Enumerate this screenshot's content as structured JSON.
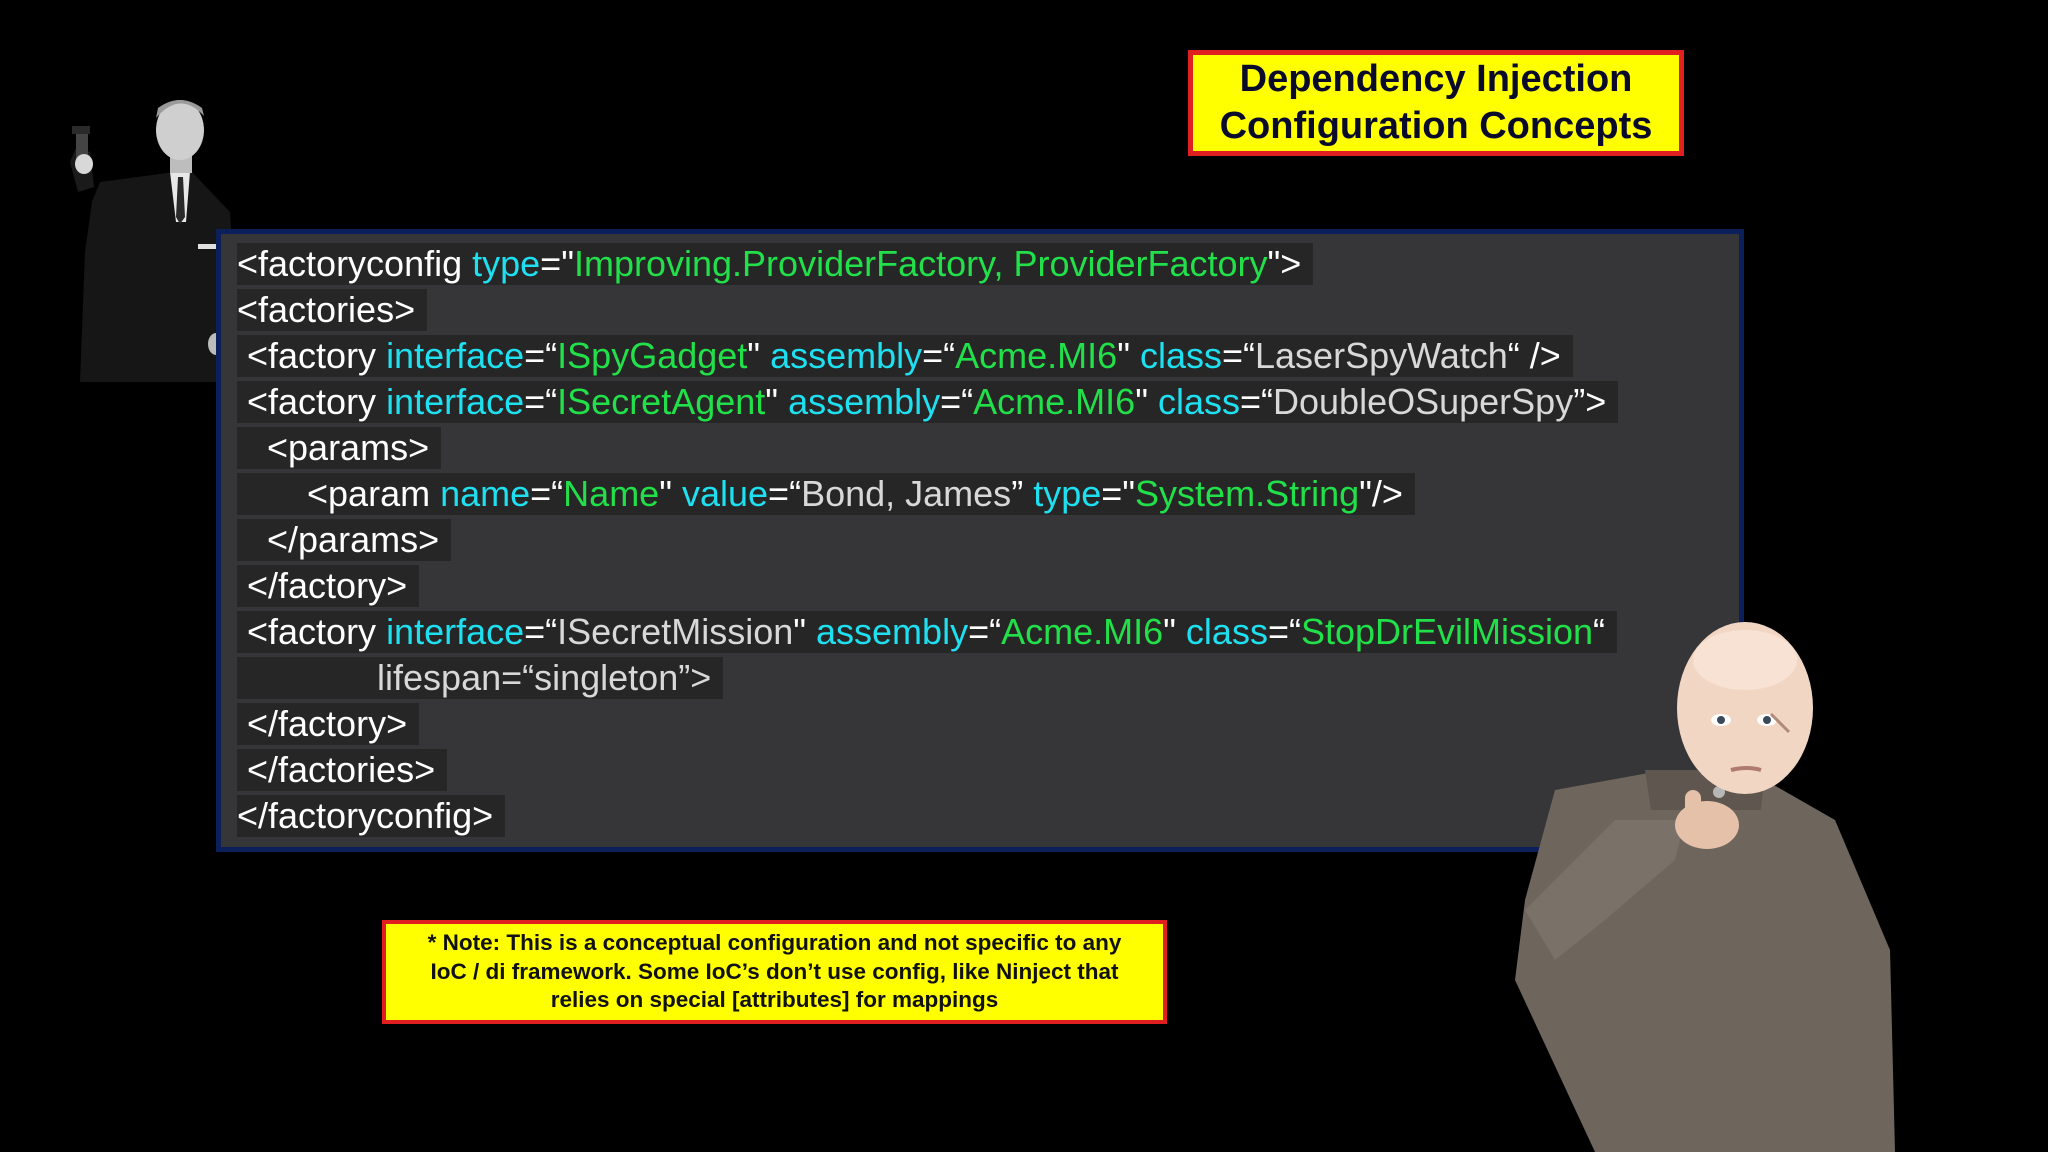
{
  "title": {
    "line1": "Dependency Injection",
    "line2": "Configuration Concepts"
  },
  "code_lines": [
    [
      {
        "t": "<factoryconfig ",
        "c": ""
      },
      {
        "t": "type",
        "c": "kw"
      },
      {
        "t": "=\"",
        "c": ""
      },
      {
        "t": "Improving.ProviderFactory, ProviderFactory",
        "c": "val"
      },
      {
        "t": "\">",
        "c": ""
      }
    ],
    [
      {
        "t": "<factories>",
        "c": ""
      }
    ],
    [
      {
        "t": " <factory ",
        "c": ""
      },
      {
        "t": "interface",
        "c": "kw"
      },
      {
        "t": "=“",
        "c": ""
      },
      {
        "t": "ISpyGadget",
        "c": "val"
      },
      {
        "t": "\" ",
        "c": ""
      },
      {
        "t": "assembly",
        "c": "kw"
      },
      {
        "t": "=“",
        "c": ""
      },
      {
        "t": "Acme.MI6",
        "c": "val"
      },
      {
        "t": "\" ",
        "c": ""
      },
      {
        "t": "class",
        "c": "kw"
      },
      {
        "t": "=“",
        "c": ""
      },
      {
        "t": "LaserSpyWatch",
        "c": "gry"
      },
      {
        "t": "“ />",
        "c": ""
      }
    ],
    [
      {
        "t": " <factory ",
        "c": ""
      },
      {
        "t": "interface",
        "c": "kw"
      },
      {
        "t": "=“",
        "c": ""
      },
      {
        "t": "ISecretAgent",
        "c": "val"
      },
      {
        "t": "\" ",
        "c": ""
      },
      {
        "t": "assembly",
        "c": "kw"
      },
      {
        "t": "=“",
        "c": ""
      },
      {
        "t": "Acme.MI6",
        "c": "val"
      },
      {
        "t": "\" ",
        "c": ""
      },
      {
        "t": "class",
        "c": "kw"
      },
      {
        "t": "=“",
        "c": ""
      },
      {
        "t": "DoubleOSuperSpy",
        "c": "gry"
      },
      {
        "t": "”>",
        "c": ""
      }
    ],
    [
      {
        "t": "   <params>",
        "c": ""
      }
    ],
    [
      {
        "t": "       <param ",
        "c": ""
      },
      {
        "t": "name",
        "c": "kw"
      },
      {
        "t": "=“",
        "c": ""
      },
      {
        "t": "Name",
        "c": "val"
      },
      {
        "t": "\" ",
        "c": ""
      },
      {
        "t": "value",
        "c": "kw"
      },
      {
        "t": "=“",
        "c": ""
      },
      {
        "t": "Bond, James",
        "c": "gry"
      },
      {
        "t": "” ",
        "c": ""
      },
      {
        "t": "type",
        "c": "kw"
      },
      {
        "t": "=\"",
        "c": ""
      },
      {
        "t": "System.String",
        "c": "val"
      },
      {
        "t": "\"/>",
        "c": ""
      }
    ],
    [
      {
        "t": "   </params>",
        "c": ""
      }
    ],
    [
      {
        "t": " </factory>",
        "c": ""
      }
    ],
    [
      {
        "t": " <factory ",
        "c": ""
      },
      {
        "t": "interface",
        "c": "kw"
      },
      {
        "t": "=“",
        "c": ""
      },
      {
        "t": "ISecretMission",
        "c": "gry"
      },
      {
        "t": "\" ",
        "c": ""
      },
      {
        "t": "assembly",
        "c": "kw"
      },
      {
        "t": "=“",
        "c": ""
      },
      {
        "t": "Acme.MI6",
        "c": "val"
      },
      {
        "t": "\" ",
        "c": ""
      },
      {
        "t": "class",
        "c": "kw"
      },
      {
        "t": "=“",
        "c": ""
      },
      {
        "t": "StopDrEvilMission",
        "c": "val"
      },
      {
        "t": "“",
        "c": ""
      }
    ],
    [
      {
        "t": "              lifespan=“singleton”>",
        "c": "gry"
      }
    ],
    [
      {
        "t": " </factory>",
        "c": ""
      }
    ],
    [
      {
        "t": " </factories>",
        "c": ""
      }
    ],
    [
      {
        "t": "</factoryconfig>",
        "c": ""
      }
    ]
  ],
  "note": {
    "line1": "* Note: This is a conceptual configuration and not specific to any",
    "line2": "IoC / di framework. Some IoC’s don’t use config, like Ninject that",
    "line3": "relies on special [attributes] for mappings"
  },
  "colors": {
    "title_bg": "#ffff00",
    "title_border": "#e02020",
    "code_bg": "#363638",
    "code_border": "#0b1f5a",
    "attribute": "#1ee0f0",
    "value": "#22e04a"
  },
  "icons": [
    "agent-with-pistol-photo",
    "bald-villain-photo"
  ]
}
